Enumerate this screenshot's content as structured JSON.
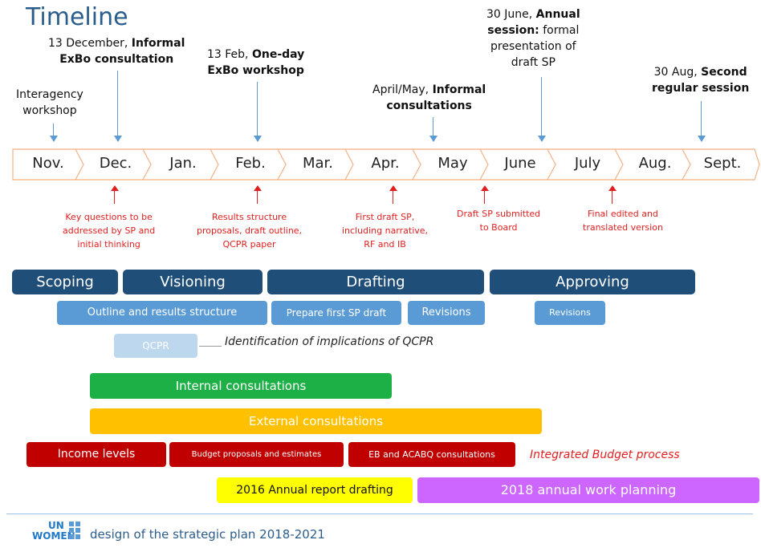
{
  "title": "Timeline",
  "months": [
    "Nov.",
    "Dec.",
    "Jan.",
    "Feb.",
    "Mar.",
    "Apr.",
    "May",
    "June",
    "July",
    "Aug.",
    "Sept."
  ],
  "top_annotations": {
    "interagency": {
      "line1": "Interagency",
      "line2": "workshop"
    },
    "dec": {
      "line1_plain": "13 December, ",
      "line1_bold": "Informal",
      "line2_bold": "ExBo consultation"
    },
    "feb": {
      "line1_plain": "13 Feb, ",
      "line1_bold": "One-day",
      "line2_bold": "ExBo workshop"
    },
    "aprmay": {
      "line1_plain": "April/May, ",
      "line1_bold": "Informal",
      "line2_bold": "consultations"
    },
    "june": {
      "line1_plain": "30 June, ",
      "line1_bold": "Annual",
      "line2_bold": "session:",
      "line2_plain": " formal",
      "line3": "presentation of",
      "line4": "draft SP"
    },
    "aug": {
      "line1_plain": "30 Aug, ",
      "line1_bold": "Second",
      "line2_bold": "regular session"
    }
  },
  "red_notes": {
    "dec": [
      "Key questions to be",
      "addressed by SP and",
      "initial thinking"
    ],
    "feb": [
      "Results structure",
      "proposals, draft outline,",
      "QCPR paper"
    ],
    "apr": [
      "First draft SP,",
      "including narrative,",
      "RF and IB"
    ],
    "june": [
      "Draft SP submitted",
      "to Board"
    ],
    "july": [
      "Final edited and",
      "translated version"
    ]
  },
  "phases": {
    "scoping": "Scoping",
    "visioning": "Visioning",
    "drafting": "Drafting",
    "approving": "Approving"
  },
  "subphases": {
    "outline": "Outline and results structure",
    "prepare": "Prepare first SP draft",
    "revisions1": "Revisions",
    "revisions2": "Revisions",
    "qcpr": "QCPR"
  },
  "qcpr_note": "Identification of implications of QCPR",
  "bars": {
    "internal": "Internal consultations",
    "external": "External consultations",
    "income": "Income levels",
    "budget": "Budget proposals and estimates",
    "eb": "EB and ACABQ consultations",
    "ib_note": "Integrated Budget process",
    "annual_report": "2016 Annual report drafting",
    "work_planning": "2018 annual work planning"
  },
  "colors": {
    "phase": "#1f4e79",
    "sub": "#5b9bd5",
    "qcpr": "#bdd7ee",
    "green": "#1db046",
    "orange": "#ffc000",
    "darkred": "#c00000",
    "yellow": "#ffff00",
    "violet": "#cc66ff",
    "accent_red": "#e02020",
    "title_blue": "#2b5d8c"
  },
  "footer": {
    "logo_top": "UN",
    "logo_bottom": "WOMEN",
    "text": "design of the strategic plan 2018-2021"
  }
}
